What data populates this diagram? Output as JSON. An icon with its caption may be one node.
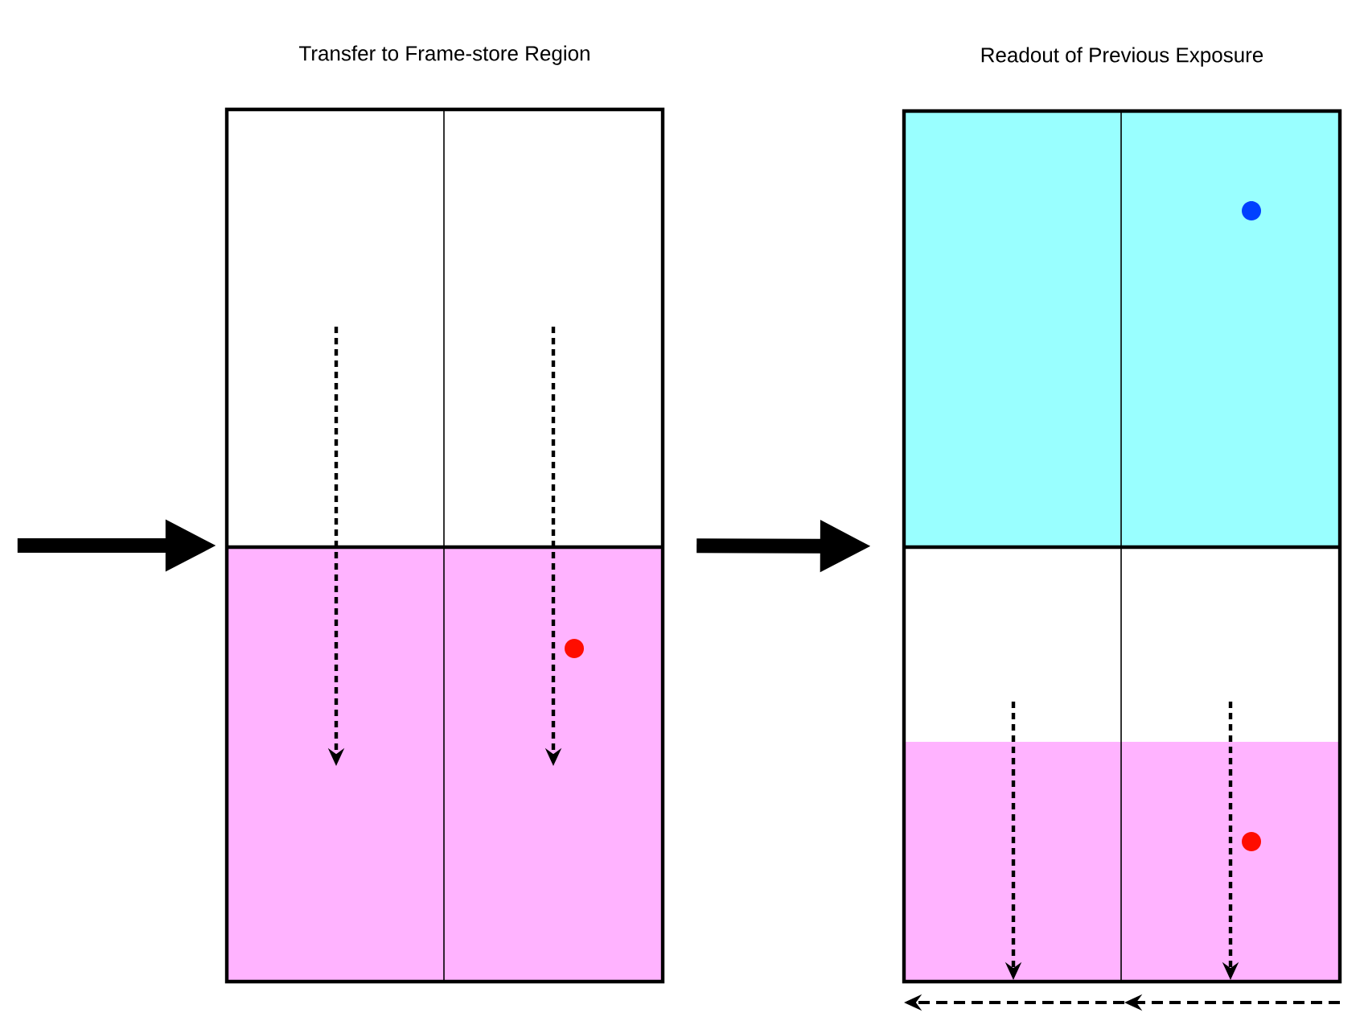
{
  "diagram": {
    "nodes": [
      {
        "text": [
          "Transfer to Frame-store Region"
        ]
      },
      {
        "text": [
          "Readout of Previous Exposure"
        ]
      }
    ],
    "edges": [
      {
        "from": null,
        "to": 0,
        "arrow": "to"
      },
      {
        "from": 0,
        "to": 1,
        "arrow": "to"
      }
    ]
  }
}
